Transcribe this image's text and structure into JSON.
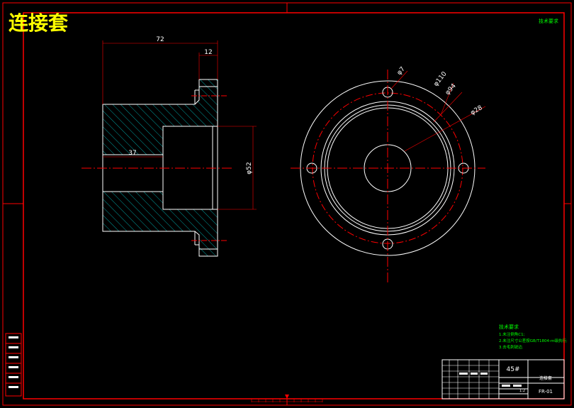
{
  "drawing": {
    "title": "连接套",
    "corner_label": "技术要求",
    "dimensions": {
      "overall_length": "72",
      "flange_thickness": "12",
      "bore_depth": "37",
      "bore_diameter": "φ52",
      "hole_diameter": "φ7",
      "outer_diameter": "φ110",
      "pitch_diameter": "φ94",
      "inner_diameter": "φ28"
    },
    "notes": {
      "heading": "技术要求",
      "line1": "1.未注倒角C1;",
      "line2": "2.未注尺寸公差按GB/T1804-m级执行;",
      "line3": "3.去毛刺锐边."
    },
    "title_block": {
      "material": "45#",
      "part_name": "连接套",
      "drawing_number": "FR-01",
      "scale": "1:2"
    }
  },
  "colors": {
    "background": "#000000",
    "frame": "#ff0000",
    "outline": "#ffffff",
    "hatch": "#00c8c8",
    "centerline": "#ff0000",
    "title": "#ffff00",
    "notes": "#00ff00"
  }
}
